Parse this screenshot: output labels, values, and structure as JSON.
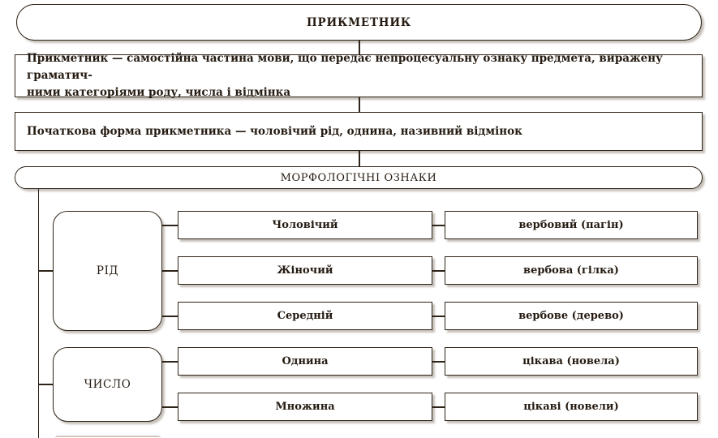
{
  "title": "ПРИКМЕТНИК",
  "definition": {
    "line1": "Прикметник — самостійна частина мови, що передає непроцесуальну ознаку предмета, виражену граматич-",
    "line2": "ними категоріями роду, числа і відмінка"
  },
  "initial_form": "Початкова форма прикметника — чоловічий рід, однина, називний відмінок",
  "morphology": {
    "heading": "МОРФОЛОГІЧНІ ОЗНАКИ",
    "categories": [
      {
        "name": "РІД",
        "rows": [
          {
            "label": "Чоловічий",
            "example": "вербовий (пагін)"
          },
          {
            "label": "Жіночий",
            "example": "вербова (гілка)"
          },
          {
            "label": "Середній",
            "example": "вербове (дерево)"
          }
        ]
      },
      {
        "name": "ЧИСЛО",
        "rows": [
          {
            "label": "Однина",
            "example": "цікава (новела)"
          },
          {
            "label": "Множина",
            "example": "цікаві (новели)"
          }
        ]
      }
    ]
  },
  "colors": {
    "border": "#2e2419",
    "text": "#251b12",
    "background": "#ffffff",
    "shadow": "rgba(130,118,104,0.45)"
  }
}
